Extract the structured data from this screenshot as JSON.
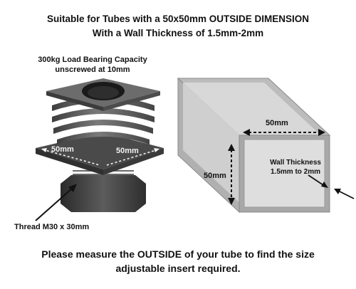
{
  "header": {
    "line1": "Suitable for Tubes with a 50x50mm OUTSIDE DIMENSION",
    "line2": "With a Wall Thickness of 1.5mm-2mm"
  },
  "insert": {
    "load_line1": "300kg Load Bearing Capacity",
    "load_line2": "unscrewed at 10mm",
    "dim_left": "50mm",
    "dim_right": "50mm",
    "thread_label": "Thread M30 x 30mm"
  },
  "tube": {
    "top_dim": "50mm",
    "side_dim": "50mm",
    "wall_line1": "Wall Thickness",
    "wall_line2": "1.5mm to 2mm"
  },
  "footer": {
    "line1": "Please measure the OUTSIDE of your tube to find the size",
    "line2": "adjustable insert required."
  },
  "colors": {
    "plastic": "#5a5a5a",
    "tube_face": "#c8c8c8",
    "tube_edge": "#a0a0a0",
    "arrow": "#111111"
  }
}
